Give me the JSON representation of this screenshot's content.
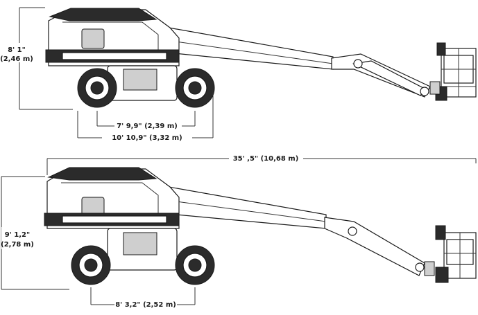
{
  "dimensions": {
    "top_height": {
      "line1": "8' 1\"",
      "line2": "(2,46 m)"
    },
    "top_wheelbase": "7' 9,9\" (2,39 m)",
    "top_overall_width": "10' 10,9\" (3,32 m)",
    "boom_length": "35' ,5\" (10,68 m)",
    "bottom_height": {
      "line1": "9' 1,2\"",
      "line2": "(2,78 m)"
    },
    "bottom_wheelbase": "8' 3,2\" (2,52 m)"
  },
  "colors": {
    "line": "#333333",
    "dark": "#2b2b2b",
    "mid": "#cfcfcf",
    "light": "#ffffff"
  },
  "icons": [
    "boom-lift-machine",
    "wheel",
    "platform-basket"
  ]
}
